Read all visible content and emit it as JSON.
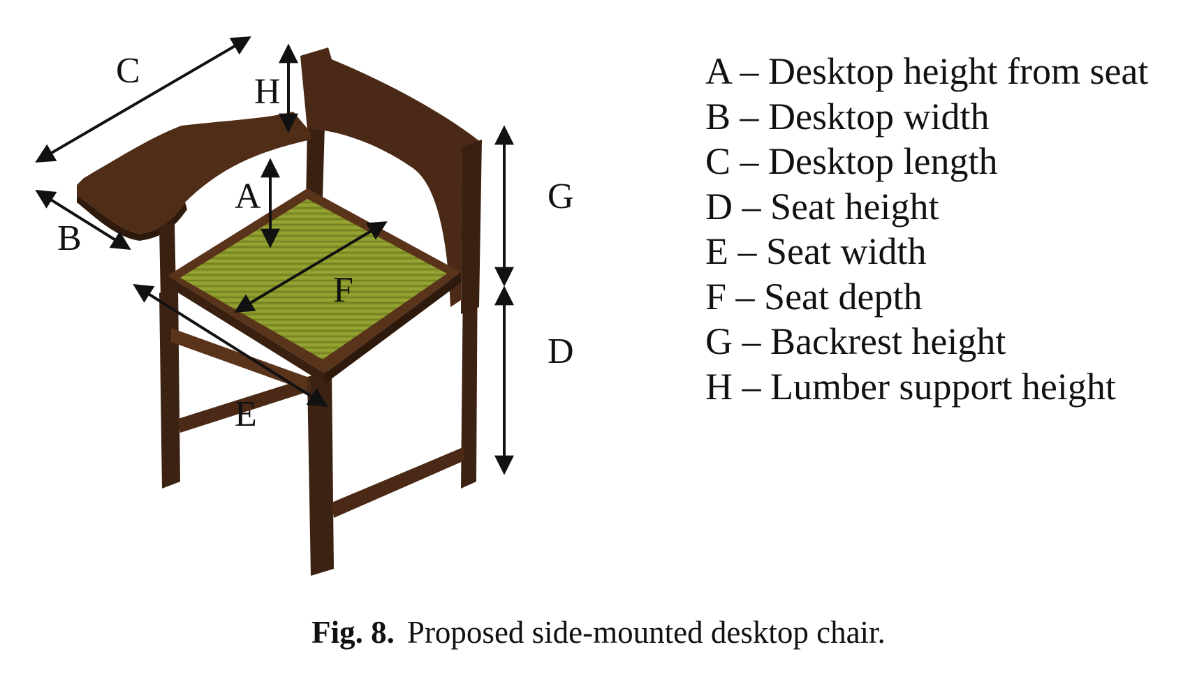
{
  "diagram": {
    "dimension_labels": {
      "a": "A",
      "b": "B",
      "c": "C",
      "d": "D",
      "e": "E",
      "f": "F",
      "g": "G",
      "h": "H"
    },
    "legend": [
      {
        "text": "A – Desktop height from seat"
      },
      {
        "text": "B – Desktop width"
      },
      {
        "text": "C – Desktop length"
      },
      {
        "text": "D – Seat height"
      },
      {
        "text": "E – Seat width"
      },
      {
        "text": "F – Seat depth"
      },
      {
        "text": "G – Backrest height"
      },
      {
        "text": "H – Lumber support height"
      }
    ]
  },
  "caption": {
    "label": "Fig. 8.",
    "text": "Proposed side-mounted desktop chair."
  },
  "colors": {
    "wood": "#4a2a16",
    "wood_dark": "#2e1a0c",
    "wood_light": "#6b3f22",
    "seat": "#8c9a2c",
    "seat_dark": "#5c6a16",
    "arrow": "#111111"
  }
}
